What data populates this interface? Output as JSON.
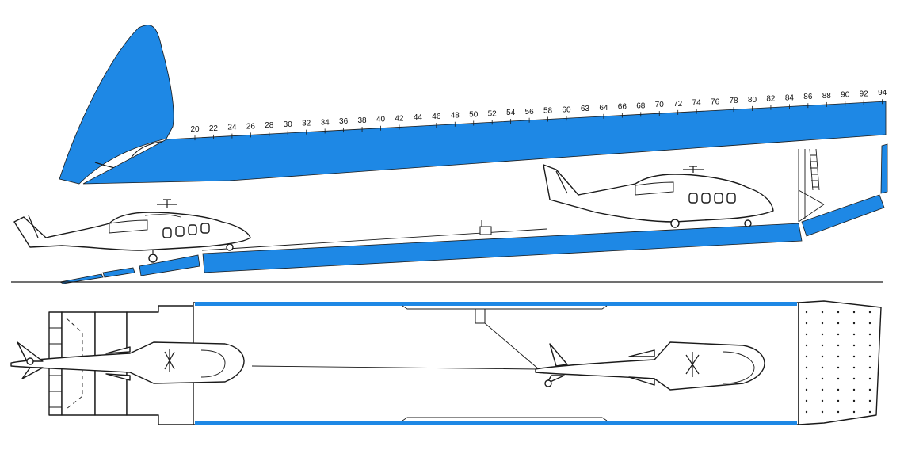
{
  "diagram": {
    "colors": {
      "fill": "#1e88e5",
      "outline": "#1a1a1a",
      "background": "#ffffff"
    },
    "frame_numbers": [
      "20",
      "22",
      "24",
      "26",
      "28",
      "30",
      "32",
      "34",
      "36",
      "38",
      "40",
      "42",
      "44",
      "46",
      "48",
      "50",
      "52",
      "54",
      "56",
      "58",
      "60",
      "63",
      "64",
      "66",
      "68",
      "70",
      "72",
      "74",
      "76",
      "78",
      "80",
      "82",
      "84",
      "86",
      "88",
      "90",
      "92",
      "94"
    ]
  }
}
